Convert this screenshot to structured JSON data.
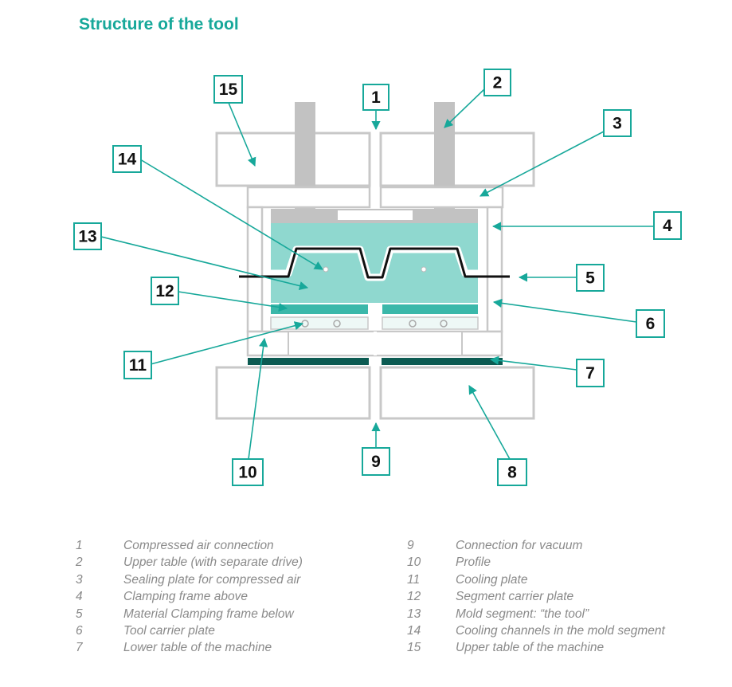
{
  "title": "Structure of the tool",
  "colors": {
    "accent": "#17a89a",
    "mold": "#8fd8cf",
    "carrier": "#3bb8aa",
    "cooling": "#0c5b52",
    "frame": "#c8c8c8",
    "legend_text": "#8a8a8a"
  },
  "callouts": [
    {
      "num": "1"
    },
    {
      "num": "2"
    },
    {
      "num": "3"
    },
    {
      "num": "4"
    },
    {
      "num": "5"
    },
    {
      "num": "6"
    },
    {
      "num": "7"
    },
    {
      "num": "8"
    },
    {
      "num": "9"
    },
    {
      "num": "10"
    },
    {
      "num": "11"
    },
    {
      "num": "12"
    },
    {
      "num": "13"
    },
    {
      "num": "14"
    },
    {
      "num": "15"
    }
  ],
  "legend": {
    "left": [
      {
        "num": "1",
        "text": "Compressed air connection"
      },
      {
        "num": "2",
        "text": "Upper table (with separate drive)"
      },
      {
        "num": "3",
        "text": "Sealing plate for compressed air"
      },
      {
        "num": "4",
        "text": "Clamping frame above"
      },
      {
        "num": "5",
        "text": "Material Clamping frame below"
      },
      {
        "num": "6",
        "text": "Tool carrier plate"
      },
      {
        "num": "7",
        "text": "Lower table of the machine"
      }
    ],
    "right": [
      {
        "num": "9",
        "text": "Connection for vacuum"
      },
      {
        "num": "10",
        "text": "Profile"
      },
      {
        "num": "11",
        "text": "Cooling plate"
      },
      {
        "num": "12",
        "text": "Segment carrier plate"
      },
      {
        "num": "13",
        "text": "Mold segment: “the tool”"
      },
      {
        "num": "14",
        "text": "Cooling channels in the mold segment"
      },
      {
        "num": "15",
        "text": "Upper table of the machine"
      }
    ]
  }
}
